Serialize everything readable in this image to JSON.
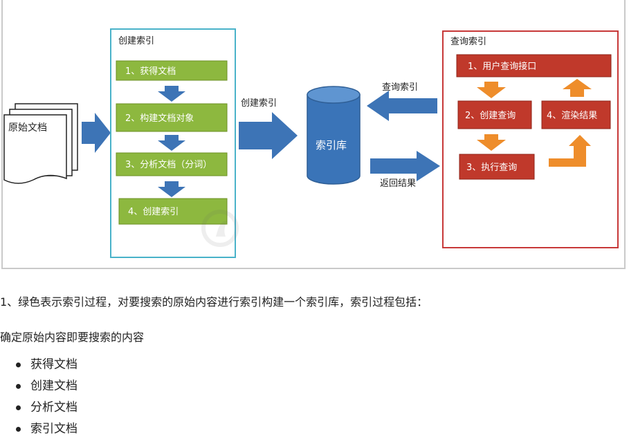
{
  "colors": {
    "green_box": "#8db83f",
    "red_box": "#c0392b",
    "blue_arrow": "#3d74b6",
    "orange_arrow": "#ee8d2b",
    "cyan_border": "#49b2c9",
    "red_border": "#c73838"
  },
  "diagram": {
    "source_doc": "原始文档",
    "create_index": {
      "title": "创建索引",
      "steps": [
        "1、获得文档",
        "2、构建文档对象",
        "3、分析文档（分词）",
        "4、创建索引"
      ]
    },
    "arrow_create_label": "创建索引",
    "database": "索引库",
    "arrow_query_label": "查询索引",
    "arrow_return_label": "返回结果",
    "query_index": {
      "title": "查询索引",
      "steps": [
        "1、用户查询接口",
        "2、创建查询",
        "3、执行查询",
        "4、渲染结果"
      ]
    }
  },
  "content": {
    "para1": "1、绿色表示索引过程，对要搜索的原始内容进行索引构建一个索引库，索引过程包括：",
    "para2": "确定原始内容即要搜索的内容",
    "bullets": [
      "获得文档",
      "创建文档",
      "分析文档",
      "索引文档"
    ]
  }
}
